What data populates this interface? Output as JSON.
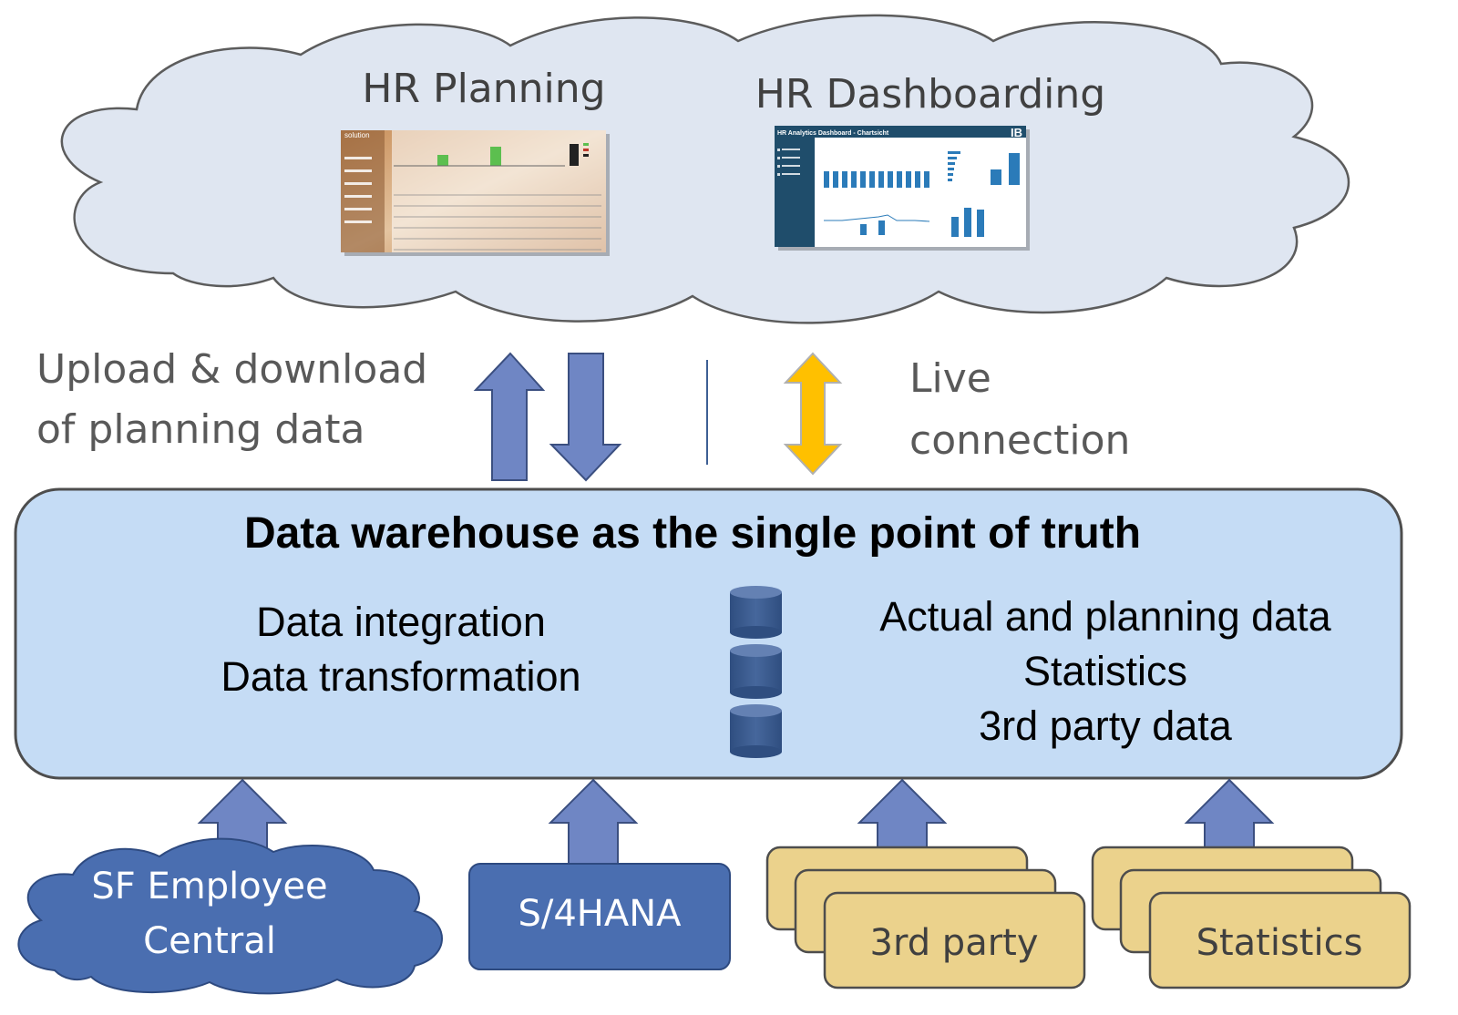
{
  "cloud": {
    "hr_planning_title": "HR Planning",
    "hr_dashboarding_title": "HR Dashboarding",
    "planning_thumb": {
      "logo_text": "solution"
    },
    "dashboard_thumb": {
      "header_title": "HR Analytics Dashboard - Chartsicht",
      "header_logo": "IB"
    }
  },
  "links": {
    "upload_download_line1": "Upload & download",
    "upload_download_line2": "of planning data",
    "live_line1": "Live",
    "live_line2": "connection"
  },
  "warehouse": {
    "title": "Data warehouse as the single point of truth",
    "left_line1": "Data integration",
    "left_line2": "Data transformation",
    "right_line1": "Actual and planning data",
    "right_line2": "Statistics",
    "right_line3": "3rd party data"
  },
  "sources": {
    "sf_line1": "SF Employee",
    "sf_line2": "Central",
    "s4": "S/4HANA",
    "third_party": "3rd party",
    "statistics": "Statistics"
  },
  "colors": {
    "cloud_fill": "#dfe6f1",
    "warehouse_fill": "#c5dcf5",
    "arrow_blue": "#6f86c4",
    "arrow_gold": "#ffc000",
    "source_blue": "#4a6eb0",
    "source_gold": "#ebd28c",
    "db_blue": "#3d5f94",
    "dashboard_teal": "#1f4d6b"
  }
}
